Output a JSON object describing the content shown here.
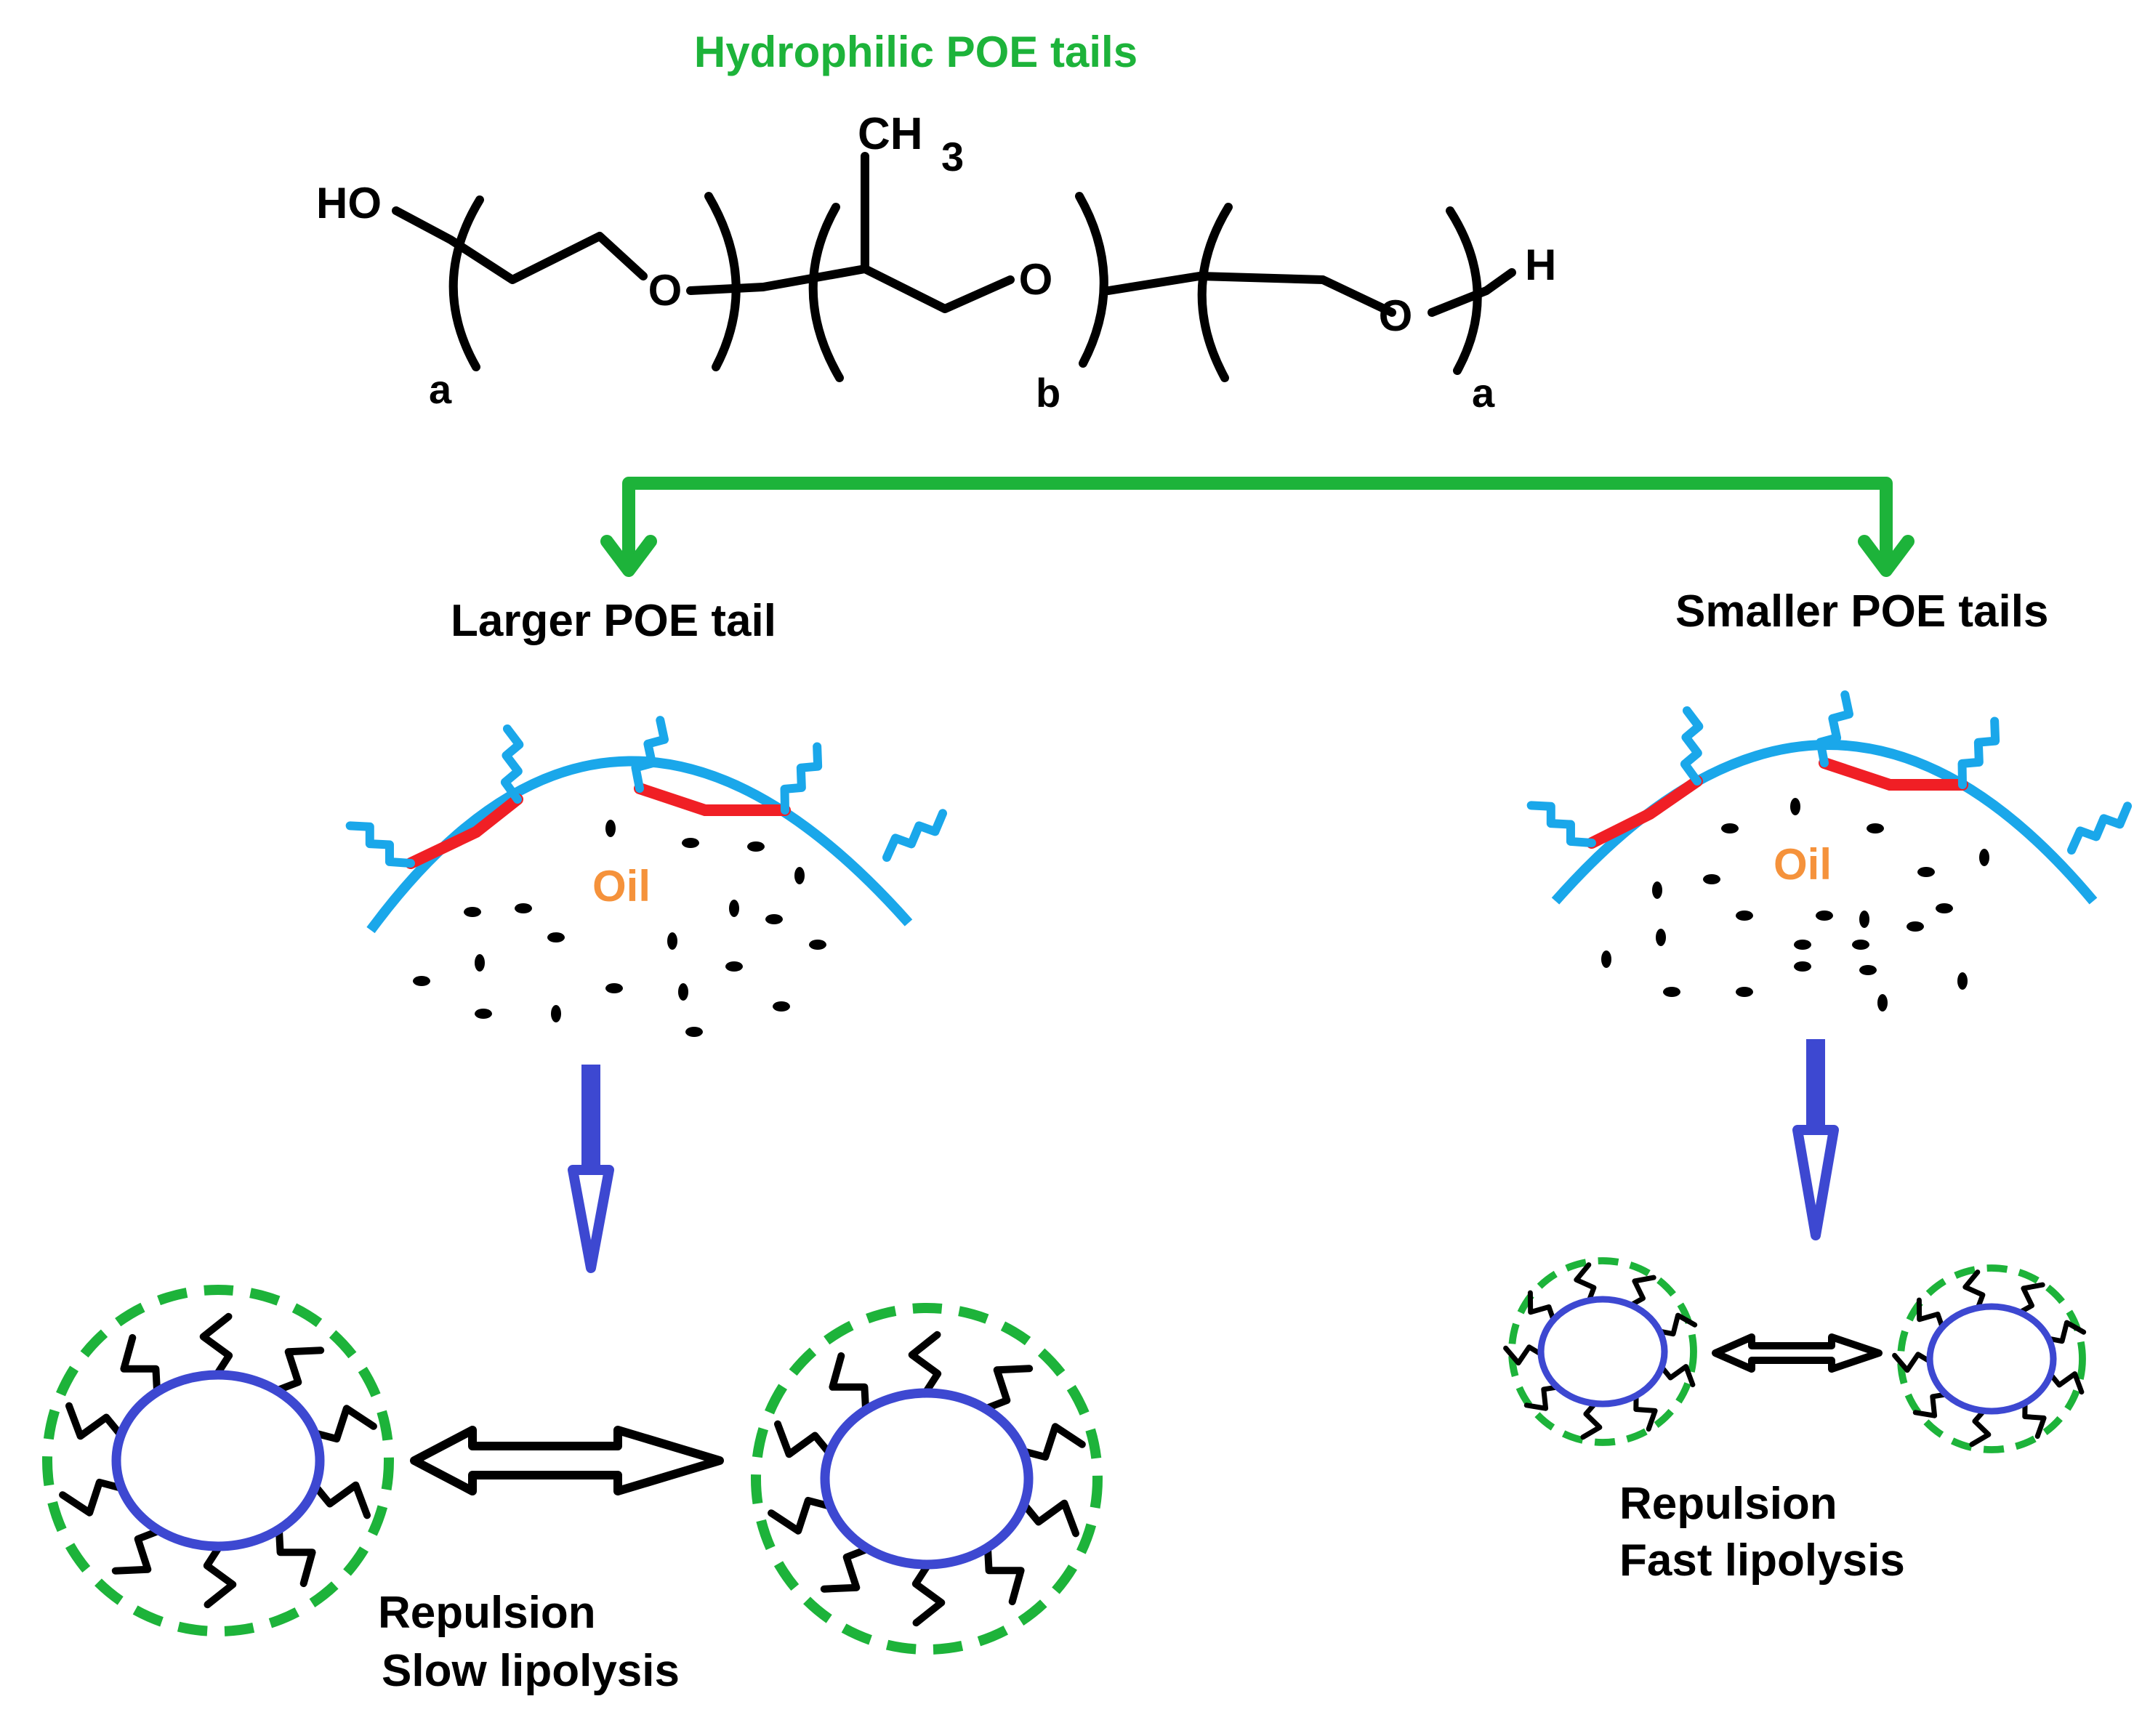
{
  "title": "Hydrophilic POE tails",
  "structure": {
    "ho": "HO",
    "ch3_c": "CH",
    "ch3_sub": "3",
    "o": "O",
    "h": "H",
    "sub_a": "a",
    "sub_b": "b"
  },
  "branches": {
    "left_label": "Larger POE tail",
    "right_label": "Smaller POE tails"
  },
  "oil_label": "Oil",
  "outcomes": {
    "left_line1": "Repulsion",
    "left_line2": "Slow lipolysis",
    "right_line1": "Repulsion",
    "right_line2": "Fast lipolysis"
  },
  "colors": {
    "green": "#1db33a",
    "cyan": "#1aa7ea",
    "red": "#f01f25",
    "blue": "#3d48d1",
    "orange": "#f5923b",
    "black": "#000000"
  }
}
